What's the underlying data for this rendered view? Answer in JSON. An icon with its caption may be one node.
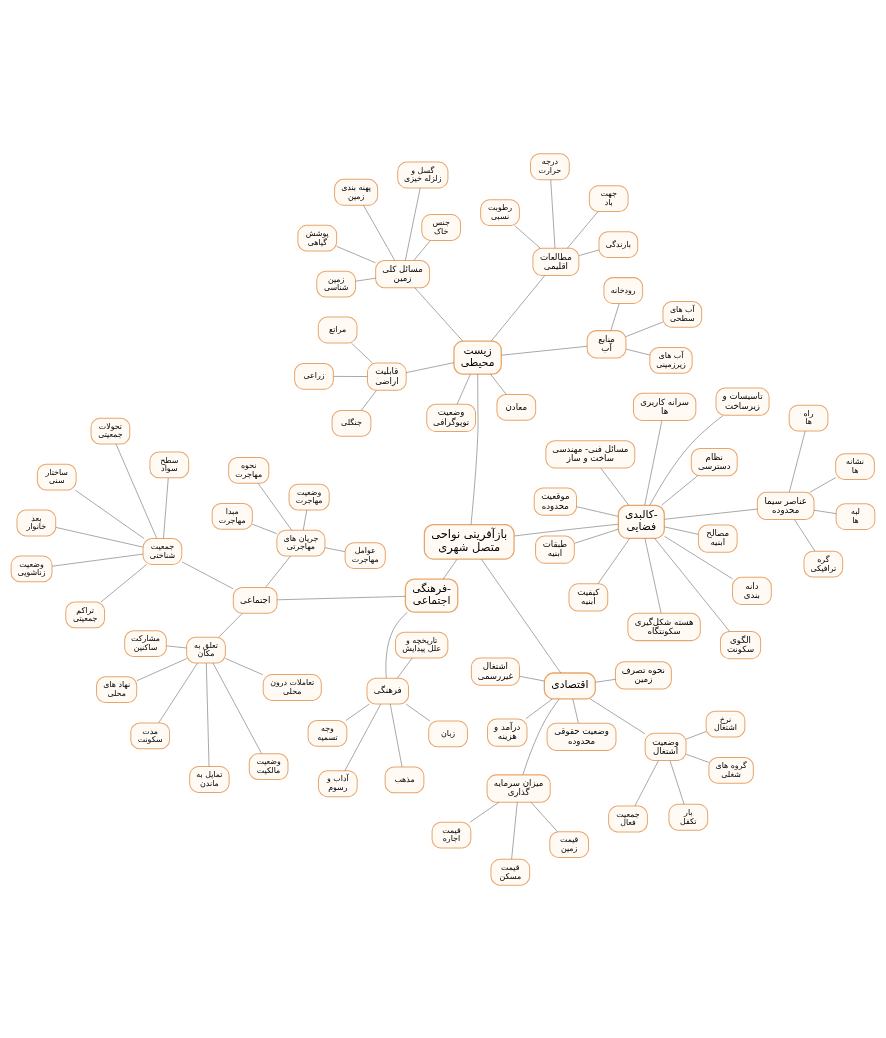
{
  "diagram": {
    "nodes": [
      {
        "text": [
          "بازآفرینی نواحی متصل شهری"
        ]
      },
      {
        "text": [
          "اقتصادی"
        ]
      },
      {
        "text": [
          "وضعیت حقوقی محدوده"
        ]
      },
      {
        "text": [
          "میزان سرمایه گذاری"
        ]
      },
      {
        "text": [
          "قیمت اجاره"
        ]
      },
      {
        "text": [
          "قیمت مسکن"
        ]
      },
      {
        "text": [
          "قیمت زمین"
        ]
      },
      {
        "text": [
          "اشتغال غیررسمی"
        ]
      },
      {
        "text": [
          "وضعیت اشتغال"
        ]
      },
      {
        "text": [
          "بار تکفل"
        ]
      },
      {
        "text": [
          "گروه های شغلی"
        ]
      },
      {
        "text": [
          "نرخ اشتغال"
        ]
      },
      {
        "text": [
          "جمعیت فعال"
        ]
      },
      {
        "text": [
          "نحوه تصرف زمین"
        ]
      },
      {
        "text": [
          "درآمد و هزینه"
        ]
      },
      {
        "text": [
          "فرهنگی- اجتماعی"
        ]
      },
      {
        "text": [
          "اجتماعی"
        ]
      },
      {
        "text": [
          "جمعیت شناختی"
        ]
      },
      {
        "text": [
          "سطح سواد"
        ]
      },
      {
        "text": [
          "وضعیت زناشویی"
        ]
      },
      {
        "text": [
          "تحولات جمعیتی"
        ]
      },
      {
        "text": [
          "بعد خانوار"
        ]
      },
      {
        "text": [
          "تراکم جمعیتی"
        ]
      },
      {
        "text": [
          "ساختار سنی"
        ]
      },
      {
        "text": [
          "جریان های مهاجرتی"
        ]
      },
      {
        "text": [
          "وضعیت مهاجرت"
        ]
      },
      {
        "text": [
          "مبدا مهاجرت"
        ]
      },
      {
        "text": [
          "نحوه مهاجرت"
        ]
      },
      {
        "text": [
          "عوامل مهاجرت"
        ]
      },
      {
        "text": [
          "تعلق به مکان"
        ]
      },
      {
        "text": [
          "تعاملات درون محلی"
        ]
      },
      {
        "text": [
          "مشارکت ساکنین"
        ]
      },
      {
        "text": [
          "نهاد های محلی"
        ]
      },
      {
        "text": [
          "مدت سکونت"
        ]
      },
      {
        "text": [
          "تمایل به ماندن"
        ]
      },
      {
        "text": [
          "وضعیت مالکیت"
        ]
      },
      {
        "text": [
          "فرهنگی"
        ]
      },
      {
        "text": [
          "آداب و رسوم"
        ]
      },
      {
        "text": [
          "تاریخچه و علل پیدایش"
        ]
      },
      {
        "text": [
          "وجه تسمیه"
        ]
      },
      {
        "text": [
          "زبان"
        ]
      },
      {
        "text": [
          "مذهب"
        ]
      },
      {
        "text": [
          "کالبدی- فضایی"
        ]
      },
      {
        "text": [
          "الگوی سکونت"
        ]
      },
      {
        "text": [
          "دانه بندی"
        ]
      },
      {
        "text": [
          "تاسیسات و زیرساخت"
        ]
      },
      {
        "text": [
          "سرانه کاربری ها"
        ]
      },
      {
        "text": [
          "نظام دسترسی"
        ]
      },
      {
        "text": [
          "موقعیت محدوده"
        ]
      },
      {
        "text": [
          "عناصر سیما محدوده"
        ]
      },
      {
        "text": [
          "گره ترافیکی"
        ]
      },
      {
        "text": [
          "راه ها"
        ]
      },
      {
        "text": [
          "لبه ها"
        ]
      },
      {
        "text": [
          "نشانه ها"
        ]
      },
      {
        "text": [
          "هسته شکل‌گیری سکونتگاه"
        ]
      },
      {
        "text": [
          "کیفیت ابنیه"
        ]
      },
      {
        "text": [
          "مصالح ابنیه"
        ]
      },
      {
        "text": [
          "طبقات ابنیه"
        ]
      },
      {
        "text": [
          "مسائل فنی- مهندسی ساخت و ساز"
        ]
      },
      {
        "text": [
          "زیست محیطی"
        ]
      },
      {
        "text": [
          "مطالعات اقلیمی"
        ]
      },
      {
        "text": [
          "درجه حرارت"
        ]
      },
      {
        "text": [
          "بارندگی"
        ]
      },
      {
        "text": [
          "رطوبت نسبی"
        ]
      },
      {
        "text": [
          "جهت باد"
        ]
      },
      {
        "text": [
          "معادن"
        ]
      },
      {
        "text": [
          "قابلیت اراضی"
        ]
      },
      {
        "text": [
          "مراتع"
        ]
      },
      {
        "text": [
          "زراعی"
        ]
      },
      {
        "text": [
          "جنگلی"
        ]
      },
      {
        "text": [
          "منابع آب"
        ]
      },
      {
        "text": [
          "آب های سطحی"
        ]
      },
      {
        "text": [
          "آب های زیرزمینی"
        ]
      },
      {
        "text": [
          "رودخانه"
        ]
      },
      {
        "text": [
          "وضعیت توپوگرافی"
        ]
      },
      {
        "text": [
          "مسائل کلی زمین"
        ]
      },
      {
        "text": [
          "زمین شناسی"
        ]
      },
      {
        "text": [
          "پهنه بندی زمین"
        ]
      },
      {
        "text": [
          "گسل و زلزله خیزی"
        ]
      },
      {
        "text": [
          "پوشش گیاهی"
        ]
      },
      {
        "text": [
          "جنس خاک"
        ]
      }
    ],
    "edges": [
      {
        "from": 0,
        "to": 1,
        "arrow": "none"
      },
      {
        "from": 1,
        "to": 2,
        "arrow": "none"
      },
      {
        "from": 1,
        "to": 3,
        "arrow": "none"
      },
      {
        "from": 3,
        "to": 4,
        "arrow": "none"
      },
      {
        "from": 3,
        "to": 5,
        "arrow": "none"
      },
      {
        "from": 3,
        "to": 6,
        "arrow": "none"
      },
      {
        "from": 1,
        "to": 7,
        "arrow": "none"
      },
      {
        "from": 1,
        "to": 8,
        "arrow": "none"
      },
      {
        "from": 8,
        "to": 9,
        "arrow": "none"
      },
      {
        "from": 8,
        "to": 10,
        "arrow": "none"
      },
      {
        "from": 8,
        "to": 11,
        "arrow": "none"
      },
      {
        "from": 8,
        "to": 12,
        "arrow": "none"
      },
      {
        "from": 1,
        "to": 13,
        "arrow": "none"
      },
      {
        "from": 1,
        "to": 14,
        "arrow": "none"
      },
      {
        "from": 0,
        "to": 15,
        "arrow": "none"
      },
      {
        "from": 15,
        "to": 16,
        "arrow": "none"
      },
      {
        "from": 16,
        "to": 17,
        "arrow": "none"
      },
      {
        "from": 17,
        "to": 18,
        "arrow": "none"
      },
      {
        "from": 17,
        "to": 19,
        "arrow": "none"
      },
      {
        "from": 17,
        "to": 20,
        "arrow": "none"
      },
      {
        "from": 17,
        "to": 21,
        "arrow": "none"
      },
      {
        "from": 17,
        "to": 22,
        "arrow": "none"
      },
      {
        "from": 17,
        "to": 23,
        "arrow": "none"
      },
      {
        "from": 16,
        "to": 24,
        "arrow": "none"
      },
      {
        "from": 24,
        "to": 25,
        "arrow": "none"
      },
      {
        "from": 24,
        "to": 26,
        "arrow": "none"
      },
      {
        "from": 24,
        "to": 27,
        "arrow": "none"
      },
      {
        "from": 24,
        "to": 28,
        "arrow": "none"
      },
      {
        "from": 16,
        "to": 29,
        "arrow": "none"
      },
      {
        "from": 29,
        "to": 30,
        "arrow": "none"
      },
      {
        "from": 29,
        "to": 31,
        "arrow": "none"
      },
      {
        "from": 29,
        "to": 32,
        "arrow": "none"
      },
      {
        "from": 29,
        "to": 33,
        "arrow": "none"
      },
      {
        "from": 29,
        "to": 34,
        "arrow": "none"
      },
      {
        "from": 29,
        "to": 35,
        "arrow": "none"
      },
      {
        "from": 15,
        "to": 36,
        "arrow": "none"
      },
      {
        "from": 36,
        "to": 37,
        "arrow": "none"
      },
      {
        "from": 36,
        "to": 38,
        "arrow": "none"
      },
      {
        "from": 36,
        "to": 39,
        "arrow": "none"
      },
      {
        "from": 36,
        "to": 40,
        "arrow": "none"
      },
      {
        "from": 36,
        "to": 41,
        "arrow": "none"
      },
      {
        "from": 0,
        "to": 42,
        "arrow": "none"
      },
      {
        "from": 42,
        "to": 43,
        "arrow": "none"
      },
      {
        "from": 42,
        "to": 44,
        "arrow": "none"
      },
      {
        "from": 42,
        "to": 45,
        "arrow": "none"
      },
      {
        "from": 42,
        "to": 46,
        "arrow": "none"
      },
      {
        "from": 42,
        "to": 47,
        "arrow": "none"
      },
      {
        "from": 42,
        "to": 48,
        "arrow": "none"
      },
      {
        "from": 42,
        "to": 49,
        "arrow": "none"
      },
      {
        "from": 49,
        "to": 50,
        "arrow": "none"
      },
      {
        "from": 49,
        "to": 51,
        "arrow": "none"
      },
      {
        "from": 49,
        "to": 52,
        "arrow": "none"
      },
      {
        "from": 49,
        "to": 53,
        "arrow": "none"
      },
      {
        "from": 42,
        "to": 54,
        "arrow": "none"
      },
      {
        "from": 42,
        "to": 55,
        "arrow": "none"
      },
      {
        "from": 42,
        "to": 56,
        "arrow": "none"
      },
      {
        "from": 42,
        "to": 57,
        "arrow": "none"
      },
      {
        "from": 42,
        "to": 58,
        "arrow": "none"
      },
      {
        "from": 0,
        "to": 59,
        "arrow": "none"
      },
      {
        "from": 59,
        "to": 60,
        "arrow": "none"
      },
      {
        "from": 60,
        "to": 61,
        "arrow": "none"
      },
      {
        "from": 60,
        "to": 62,
        "arrow": "none"
      },
      {
        "from": 60,
        "to": 63,
        "arrow": "none"
      },
      {
        "from": 60,
        "to": 64,
        "arrow": "none"
      },
      {
        "from": 59,
        "to": 65,
        "arrow": "none"
      },
      {
        "from": 59,
        "to": 66,
        "arrow": "none"
      },
      {
        "from": 66,
        "to": 67,
        "arrow": "none"
      },
      {
        "from": 66,
        "to": 68,
        "arrow": "none"
      },
      {
        "from": 66,
        "to": 69,
        "arrow": "none"
      },
      {
        "from": 59,
        "to": 70,
        "arrow": "none"
      },
      {
        "from": 70,
        "to": 71,
        "arrow": "none"
      },
      {
        "from": 70,
        "to": 72,
        "arrow": "none"
      },
      {
        "from": 70,
        "to": 73,
        "arrow": "none"
      },
      {
        "from": 59,
        "to": 74,
        "arrow": "none"
      },
      {
        "from": 59,
        "to": 75,
        "arrow": "none"
      },
      {
        "from": 75,
        "to": 76,
        "arrow": "none"
      },
      {
        "from": 75,
        "to": 77,
        "arrow": "none"
      },
      {
        "from": 75,
        "to": 78,
        "arrow": "none"
      },
      {
        "from": 75,
        "to": 79,
        "arrow": "none"
      },
      {
        "from": 75,
        "to": 80,
        "arrow": "none"
      }
    ]
  }
}
